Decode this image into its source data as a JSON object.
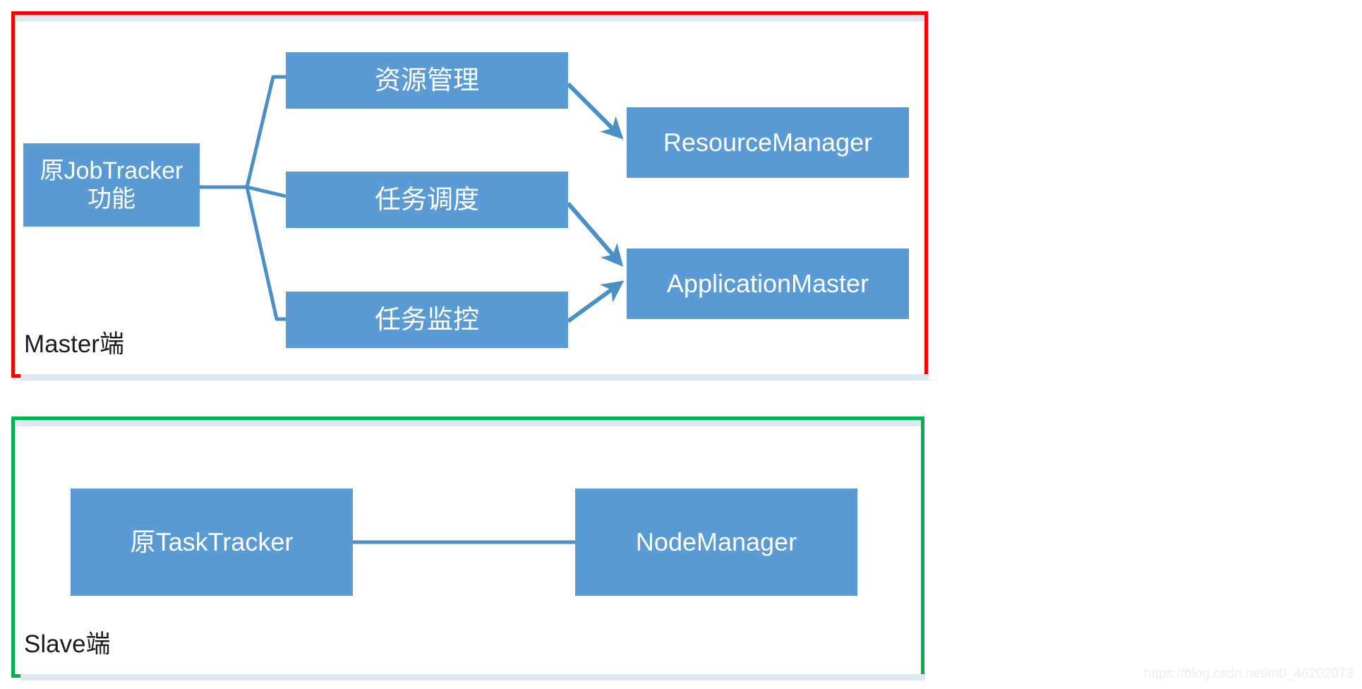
{
  "diagram": {
    "title": "Hadoop JobTracker/TaskTracker to YARN mapping",
    "colors": {
      "node_fill": "#5b9bd5",
      "node_text": "#ffffff",
      "node_shadow": "#dfe7f2",
      "connector": "#4a90c4",
      "master_frame_border": "#fa0000",
      "slave_frame_border": "#00b050",
      "label_text": "#1a1a1a",
      "watermark_text": "#eeeeee",
      "background": "#ffffff"
    },
    "groups": [
      {
        "id": "master",
        "label": "Master端",
        "border_color": "#fa0000"
      },
      {
        "id": "slave",
        "label": "Slave端",
        "border_color": "#00b050"
      }
    ],
    "nodes": {
      "jobtracker": "原JobTracker\n功能",
      "resource_management": "资源管理",
      "task_scheduling": "任务调度",
      "task_monitoring": "任务监控",
      "resourcemanager": "ResourceManager",
      "applicationmaster": "ApplicationMaster",
      "tasktracker": "原TaskTracker",
      "nodemanager": "NodeManager"
    },
    "edges": [
      {
        "from": "jobtracker",
        "to": "resource_management",
        "style": "branch-line",
        "arrow": false
      },
      {
        "from": "jobtracker",
        "to": "task_scheduling",
        "style": "branch-line",
        "arrow": false
      },
      {
        "from": "jobtracker",
        "to": "task_monitoring",
        "style": "branch-line",
        "arrow": false
      },
      {
        "from": "resource_management",
        "to": "resourcemanager",
        "style": "straight",
        "arrow": true
      },
      {
        "from": "task_scheduling",
        "to": "applicationmaster",
        "style": "straight",
        "arrow": true
      },
      {
        "from": "task_monitoring",
        "to": "applicationmaster",
        "style": "straight",
        "arrow": true
      },
      {
        "from": "tasktracker",
        "to": "nodemanager",
        "style": "straight",
        "arrow": false
      }
    ],
    "watermark": "https://blog.csdn.net/m0_46202073"
  }
}
